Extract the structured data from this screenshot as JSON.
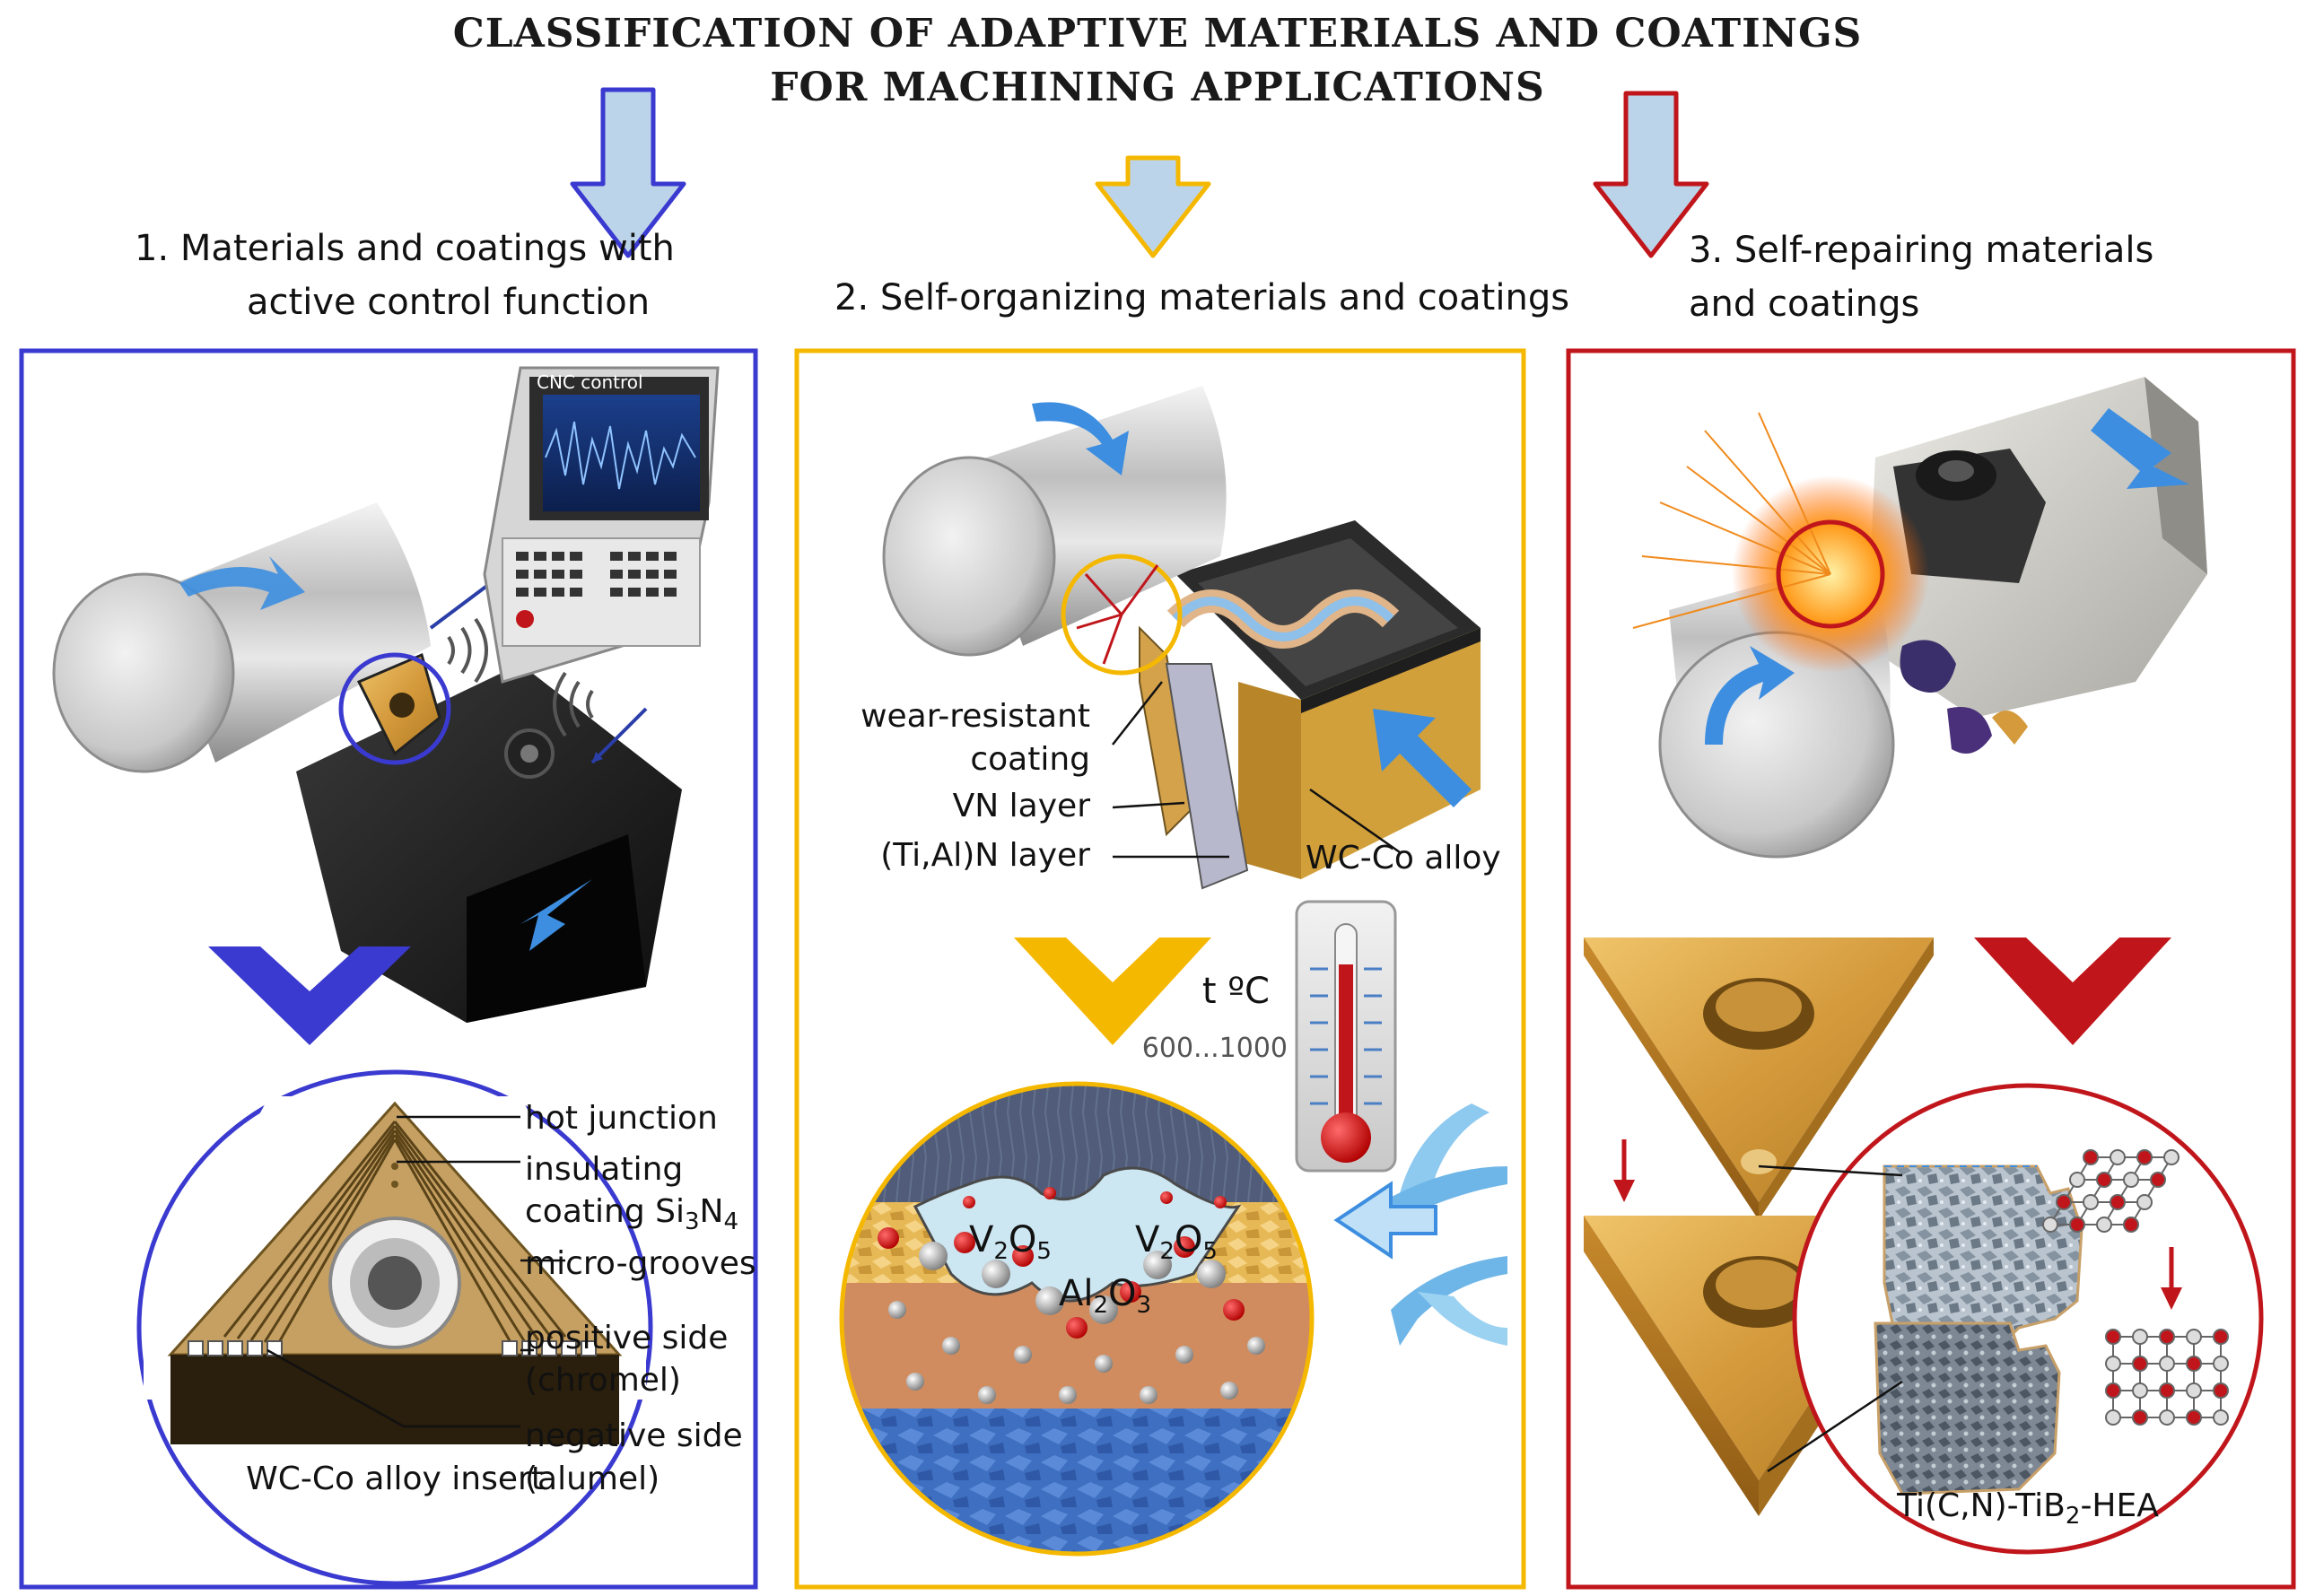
{
  "title": {
    "line1": "CLASSIFICATION OF ADAPTIVE MATERIALS AND COATINGS",
    "line2": "FOR MACHINING APPLICATIONS"
  },
  "colors": {
    "panel1": "#3a3ad0",
    "panel2": "#f5b800",
    "panel3": "#c0161b",
    "arrow_fill": "#bcd4ea",
    "insert_gold": "#d4a24a"
  },
  "panels": [
    {
      "heading_line1": "1. Materials and coatings with",
      "heading_line2": "active control function",
      "cnc_label": "CNC control",
      "labels": {
        "hot_junction": "hot junction",
        "insulating_1": "insulating",
        "insulating_2": "coating Si",
        "si_sub": "3",
        "n": "N",
        "n_sub": "4",
        "micro_grooves": "micro-grooves",
        "positive_1": "positive side",
        "positive_2": "(chromel)",
        "negative_1": "negative side",
        "negative_2": "(alumel)",
        "insert": "WC-Co alloy insert"
      }
    },
    {
      "heading": "2. Self-organizing materials and coatings",
      "labels": {
        "wear_1": "wear-resistant",
        "wear_2": "coating",
        "vn": "VN layer",
        "tialn": "(Ti,Al)N layer",
        "wcco": "WC-Co alloy",
        "temp": "t ºC",
        "temp_range": "600...1000",
        "v2o5_a_v": "V",
        "v2o5_a_2": "2",
        "v2o5_a_o": "O",
        "v2o5_a_5": "5",
        "v2o5_b_v": "V",
        "v2o5_b_2": "2",
        "v2o5_b_o": "O",
        "v2o5_b_5": "5",
        "al2o3_al": "Al",
        "al2o3_2": "2",
        "al2o3_o": "O",
        "al2o3_3": "3"
      }
    },
    {
      "heading_line1": "3. Self-repairing  materials",
      "heading_line2": "and coatings",
      "labels": {
        "composite_a": "Ti(C,N)-TiB",
        "composite_sub": "2",
        "composite_b": "-HEA"
      }
    }
  ]
}
